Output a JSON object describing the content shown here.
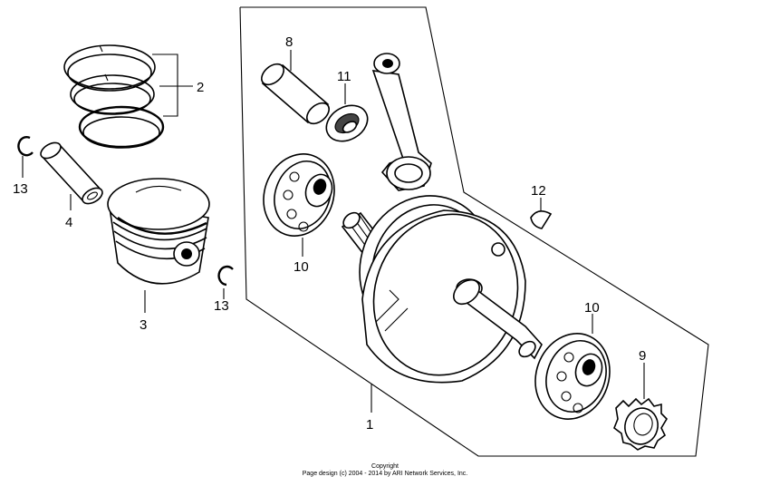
{
  "callouts": {
    "c1": "1",
    "c2": "2",
    "c3": "3",
    "c4": "4",
    "c8": "8",
    "c9": "9",
    "c10a": "10",
    "c10b": "10",
    "c11": "11",
    "c12": "12",
    "c13a": "13",
    "c13b": "13"
  },
  "footer": {
    "line1": "Copyright",
    "line2": "Page design (c) 2004 - 2014 by ARI Network Services, Inc."
  }
}
